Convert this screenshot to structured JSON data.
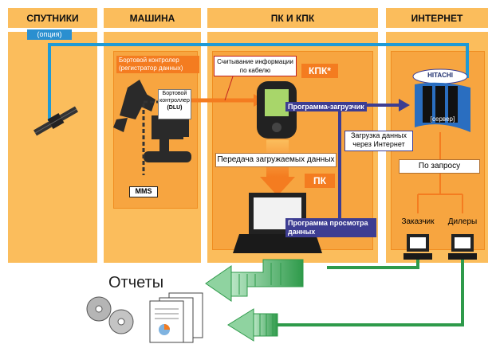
{
  "headers": {
    "satellites": "СПУТНИКИ",
    "machine": "МАШИНА",
    "pc": "ПК И КПК",
    "internet": "ИНТЕРНЕТ"
  },
  "option_label": "(опция)",
  "machine": {
    "controller_title": "Бортовой контролер (регистратор данных)",
    "dlu_label_line1": "Бортовой",
    "dlu_label_line2": "контроллер",
    "dlu_label_line3": "(DLU)",
    "mms_label": "MMS"
  },
  "pc_area": {
    "cable_read": "Считывание информации по кабелю",
    "kpk_label": "КПК*",
    "loader_program": "Программа-загрузчик",
    "transfer_label": "Передача загружаемых данных",
    "pc_label": "ПК",
    "viewer_program": "Программа просмотра данных"
  },
  "internet": {
    "brand": "HITACHI",
    "server_label": "[сервер]",
    "download_label": "Загрузка данных через Интернет",
    "on_request": "По запросу",
    "customer": "Заказчик",
    "dealers": "Дилеры"
  },
  "reports_label": "Отчеты",
  "colors": {
    "column_bg": "#fbbd5c",
    "inner_bg": "#f7a540",
    "tag_orange": "#f47c20",
    "satellite_link": "#1e9ad6",
    "internet_link": "#3d3d92",
    "green_arrow": "#2e9a4a"
  }
}
